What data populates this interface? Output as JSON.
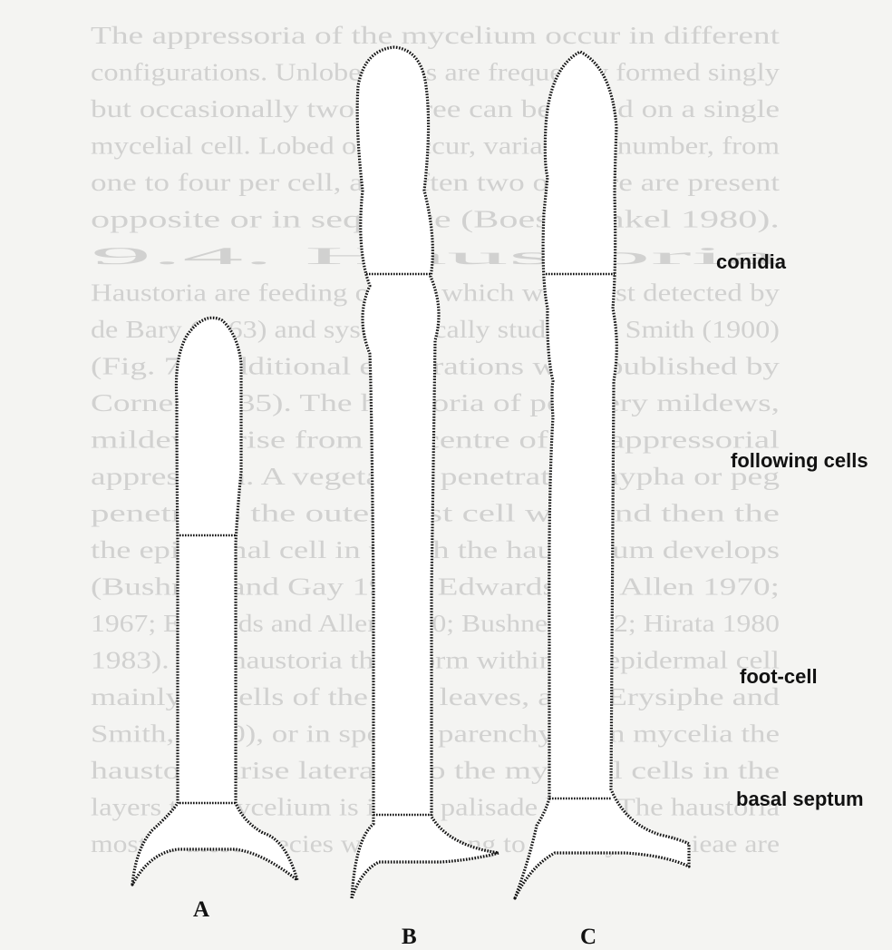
{
  "labels": {
    "conidia": "conidia",
    "following_cells": "following cells",
    "foot_cell": "foot-cell",
    "basal_septum": "basal septum"
  },
  "specimens": {
    "a": "A",
    "b": "B",
    "c": "C"
  },
  "bleed_through": [
    "The appressoria of the mycelium occur in different",
    "configurations. Unlobed ones are frequently formed singly",
    "but occasionally two or three can be found on a single",
    "mycelial cell. Lobed ones occur, variable in number, from",
    "one to four per cell, and often two or more are present",
    "opposite or in sequence (Boesewinkel 1980).",
    "9.4. Haustoria",
    "Haustoria are feeding organs which were first detected by",
    "de Bary (1863) and systematically studied by Smith (1900)",
    "(Fig. 7). Additional elaborations were published by",
    "Corner (1935). The haustoria of powdery mildews,",
    "mildews arise from the centre of the appressorial",
    "appressoria. A vegetative penetration hypha or peg",
    "penetrates the outer host cell wall and then the",
    "the epidermal cell in which the haustorium develops",
    "(Bushnell and Gay 1978; Edwards and Allen 1970;",
    "1967; Edwards and Allen 1970; Bushnell 1972; Hirata 1980",
    "1983). The haustoria then form within the epidermal cell",
    "mainly in cells of the host leaves, as in Erysiphe and",
    "Smith, 1900), or in spongy parenchyma in mycelia the",
    "haustoria arise laterally to the mycelial cells in the",
    "layers the mycelium is in the palisade layer. The haustoria",
    "most of these species which belong to the Phyllactinieae are"
  ]
}
